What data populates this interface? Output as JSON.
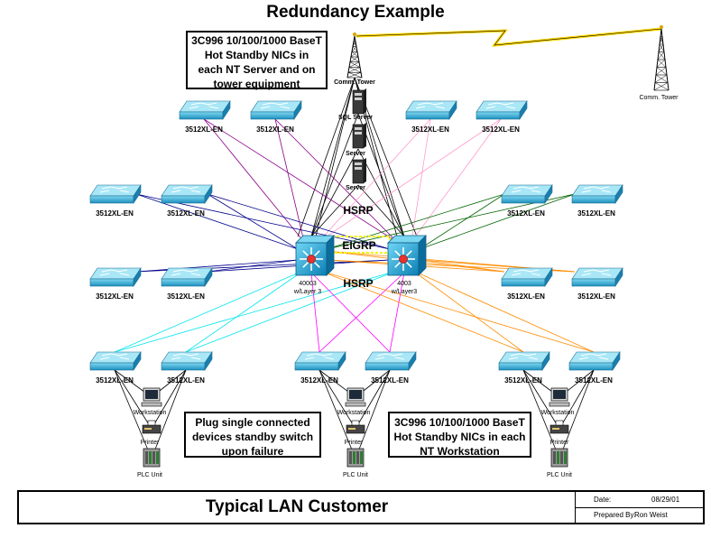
{
  "title": "Redundancy Example",
  "notes": {
    "server_nics": "3C996 10/100/1000 BaseT Hot Standby NICs in each NT Server and on tower equipment",
    "plug_single": "Plug single connected devices standby switch upon failure",
    "workstation_nics": "3C996 10/100/1000 BaseT Hot Standby NICs in each NT Workstation"
  },
  "protocols": {
    "hsrp": "HSRP",
    "eigrp": "EIGRP"
  },
  "core_switches": [
    {
      "model": "40003",
      "desc": "w/Layer 3"
    },
    {
      "model": "4003",
      "desc": "w/Layer3"
    }
  ],
  "switch_label": "3512XL-EN",
  "towers": [
    "Comm. Tower",
    "Comm. Tower"
  ],
  "servers": [
    "SQL Server",
    "Server",
    "Server"
  ],
  "devices": {
    "workstation": "Workstation",
    "printer": "Printer",
    "plc": "PLC Unit"
  },
  "title_block": {
    "name": "Typical LAN Customer",
    "date_label": "Date:",
    "date": "08/29/01",
    "prepared_label": "Prepared By:",
    "prepared_by": "Ron Weist"
  },
  "colors": {
    "switch_fill": "#3fb4dc",
    "core_fill": "#2ab0e0",
    "eigrp_link": "#f3f300",
    "lightning": "#ffd700",
    "links": [
      "#8b008b",
      "#ff99cc",
      "#00008b",
      "#006400",
      "#00e5ee",
      "#ff00ff",
      "#ff8c00",
      "#000000"
    ]
  }
}
